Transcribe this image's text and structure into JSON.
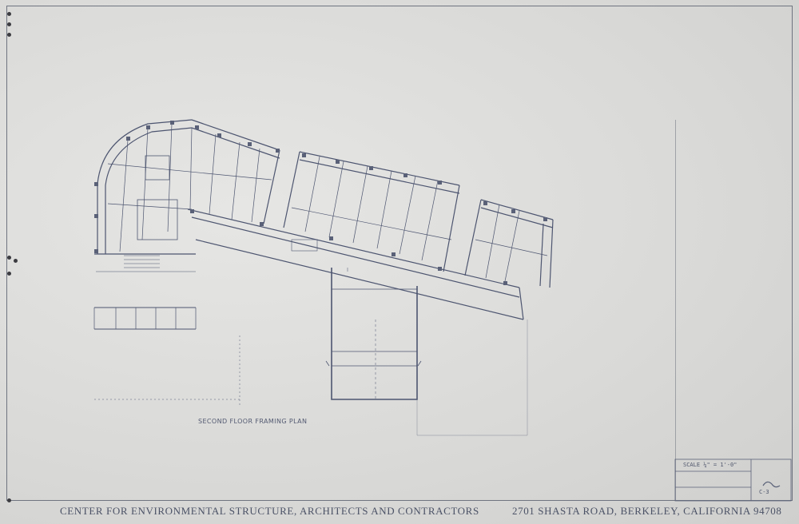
{
  "sheet": {
    "firm": "CENTER FOR ENVIRONMENTAL STRUCTURE, ARCHITECTS AND CONTRACTORS",
    "address": "2701 SHASTA ROAD, BERKELEY, CALIFORNIA 94708",
    "drawing_title": "SECOND FLOOR FRAMING PLAN",
    "scale_note": "SCALE ¼\" = 1'-0\"",
    "sheet_no": "C-3",
    "colors": {
      "ink": "#4d5570",
      "paper": "#dcdcdc",
      "frame": "#6f7480"
    }
  }
}
